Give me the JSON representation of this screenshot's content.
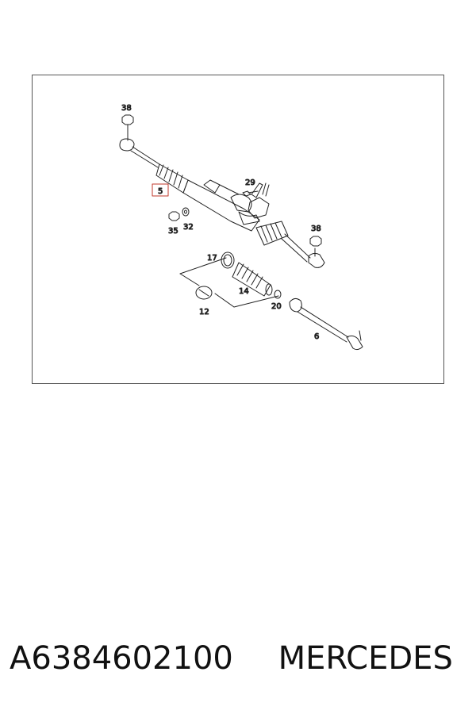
{
  "diagram": {
    "callouts": [
      "38",
      "5",
      "29",
      "35",
      "32",
      "38",
      "17",
      "14",
      "12",
      "20",
      "6"
    ],
    "highlight_color": "#c0392b"
  },
  "caption": {
    "part_number": "A6384602100",
    "brand": "MERCEDES"
  }
}
